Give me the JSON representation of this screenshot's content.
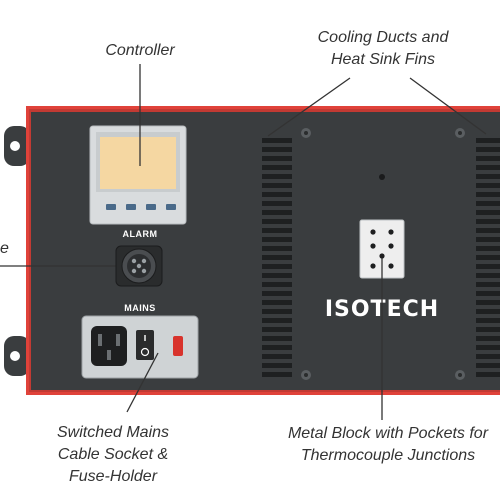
{
  "callouts": {
    "controller": "Controller",
    "cooling_line1": "Cooling Ducts and",
    "cooling_line2": "Heat Sink Fins",
    "left_edge": "e",
    "switched_line1": "Switched Mains",
    "switched_line2": "Cable Socket &",
    "switched_line3": "Fuse-Holder",
    "block_line1": "Metal Block with Pockets for",
    "block_line2": "Thermocouple Junctions"
  },
  "panel": {
    "alarm_label": "ALARM",
    "mains_label": "MAINS",
    "brand": "ISOTECH"
  },
  "colors": {
    "case_red": "#e0423a",
    "panel_dark": "#3a3d3f",
    "vent_slot": "#1e2021",
    "display_amber": "#f5d7a2",
    "controller_bezel": "#d9dcde",
    "fuse_red": "#d8332c",
    "callout_text": "#333333"
  },
  "icons": {
    "controller": "temperature-controller-icon",
    "alarm": "alarm-connector-icon",
    "mains": "iec-power-socket-icon",
    "switch": "power-switch-icon",
    "fuse": "fuse-holder-icon",
    "block": "metal-block-icon"
  }
}
